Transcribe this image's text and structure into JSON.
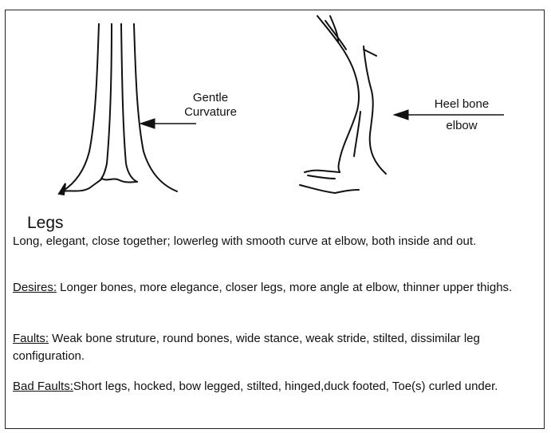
{
  "figure": {
    "left_label": {
      "line1": "Gentle",
      "line2": "Curvature"
    },
    "right_label": {
      "line1": "Heel bone",
      "line2": "elbow"
    }
  },
  "section": {
    "title": "Legs",
    "intro": "Long, elegant, close together; lowerleg with smooth curve at elbow, both inside and out.",
    "desires": {
      "label": "Desires:",
      "text": " Longer bones, more elegance, closer legs, more angle at elbow, thinner upper thighs."
    },
    "faults": {
      "label": "Faults:",
      "text": " Weak bone struture, round bones, wide stance, weak stride, stilted, dissimilar leg configuration."
    },
    "bad_faults": {
      "label": "Bad Faults:",
      "text": "Short legs, hocked, bow legged, stilted, hinged,duck footed, Toe(s) curled under."
    }
  }
}
